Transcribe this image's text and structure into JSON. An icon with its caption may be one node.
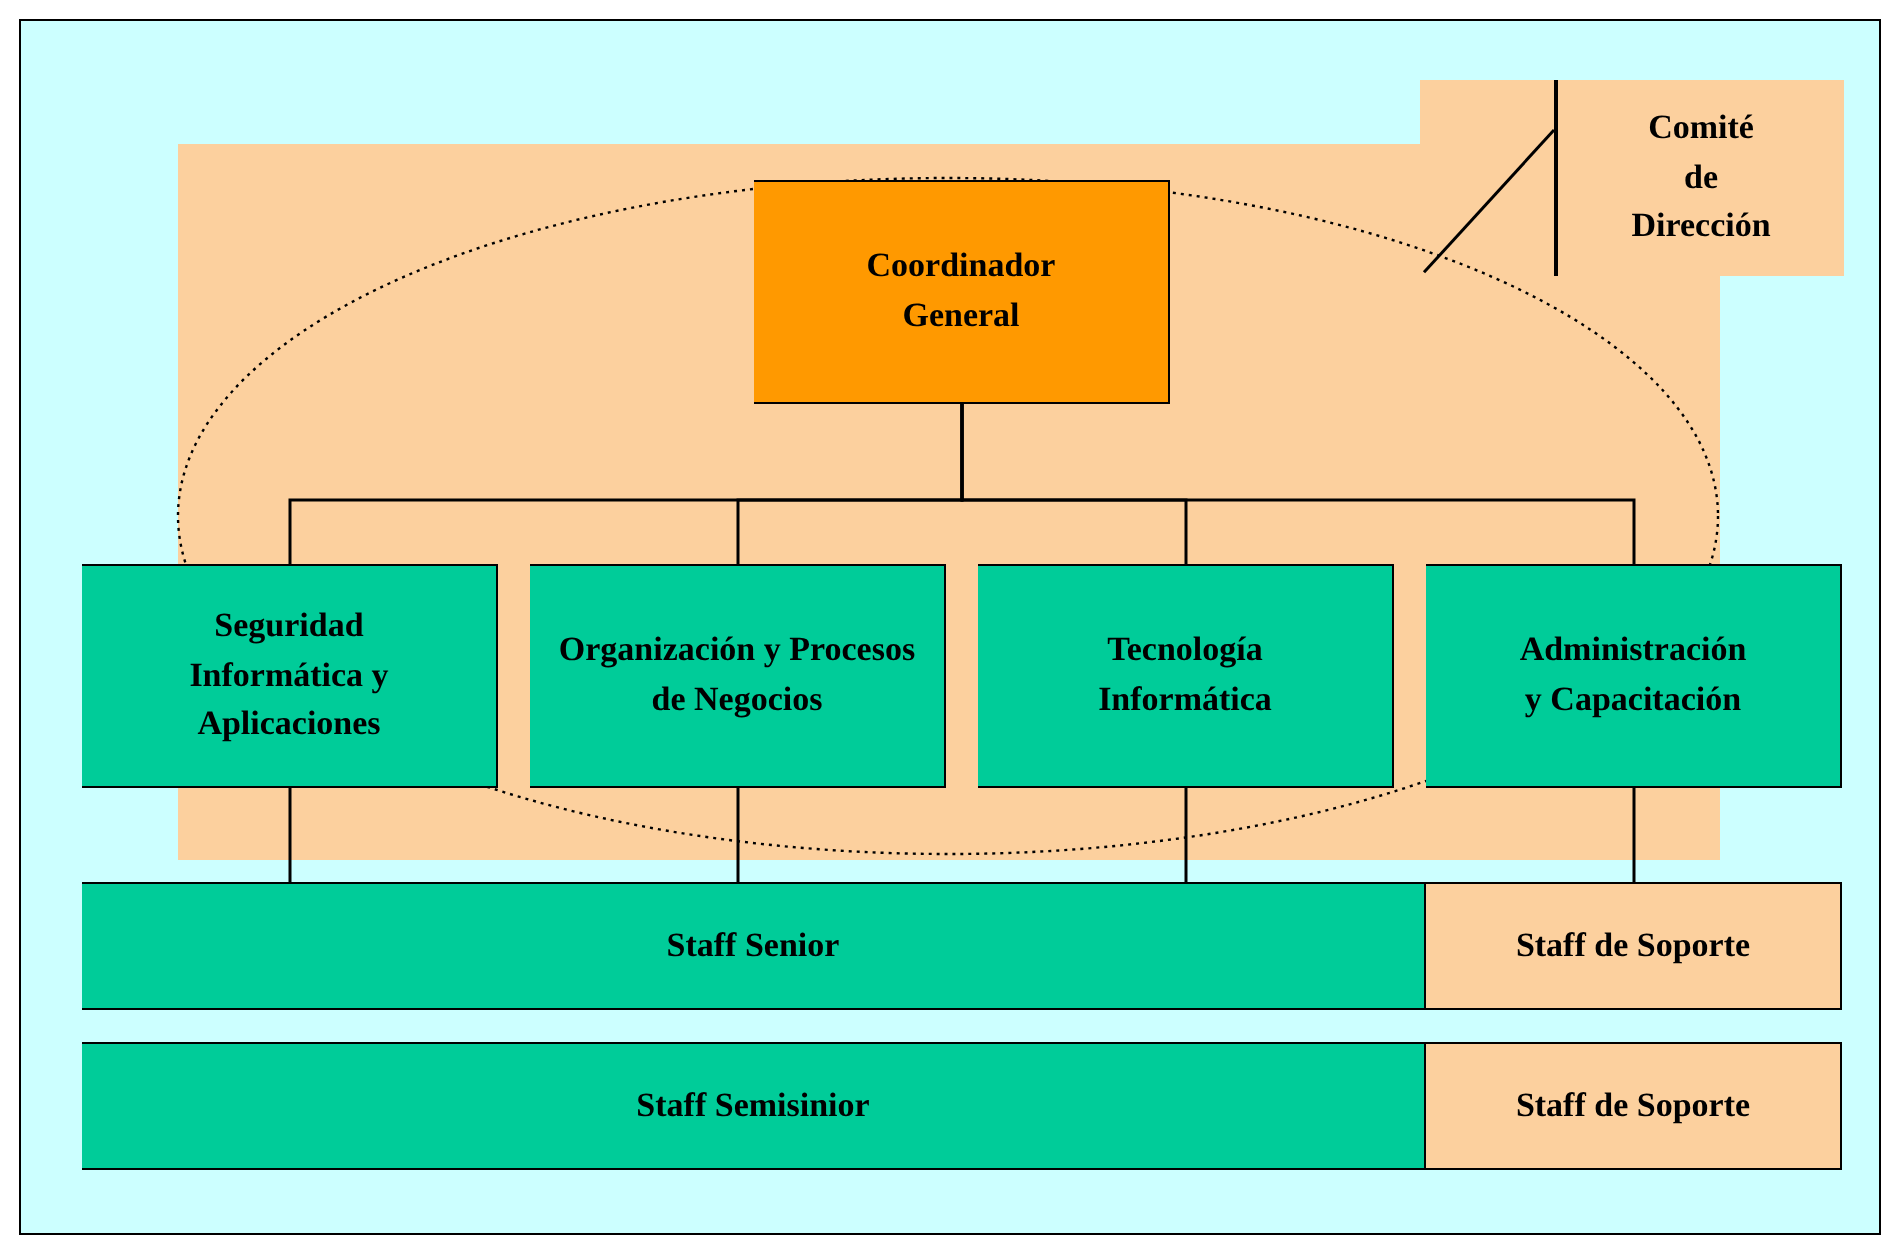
{
  "diagram": {
    "nodes": [
      {
        "text": [
          "Comité de Dirección"
        ]
      },
      {
        "text": [],
        "shape": "ellipse"
      },
      {
        "text": [
          "Coordinador General"
        ],
        "in": 1
      },
      {
        "text": [
          "Seguridad Informática y Aplicaciones"
        ]
      },
      {
        "text": [
          "Organización y Procesos de Negocios"
        ],
        "in": 1
      },
      {
        "text": [
          "Tecnología Informática"
        ],
        "in": 1
      },
      {
        "text": [
          "Administración y Capacitación"
        ]
      },
      {
        "text": [
          "Staff Senior"
        ]
      },
      {
        "text": [
          "Staff de Soporte"
        ]
      },
      {
        "text": [
          "Staff Semisinior"
        ]
      },
      {
        "text": [
          "Staff de Soporte"
        ]
      }
    ],
    "edges": [
      {
        "from": 0,
        "to": 1,
        "arrow": "none"
      },
      {
        "from": 2,
        "to": 3,
        "arrow": "none"
      },
      {
        "from": 2,
        "to": 4,
        "arrow": "none"
      },
      {
        "from": 2,
        "to": 5,
        "arrow": "none"
      },
      {
        "from": 2,
        "to": 6,
        "arrow": "none"
      },
      {
        "from": 3,
        "to": 7,
        "arrow": "none"
      },
      {
        "from": 4,
        "to": 7,
        "arrow": "none"
      },
      {
        "from": 5,
        "to": 7,
        "arrow": "none"
      },
      {
        "from": 6,
        "to": 8,
        "arrow": "none"
      }
    ]
  }
}
